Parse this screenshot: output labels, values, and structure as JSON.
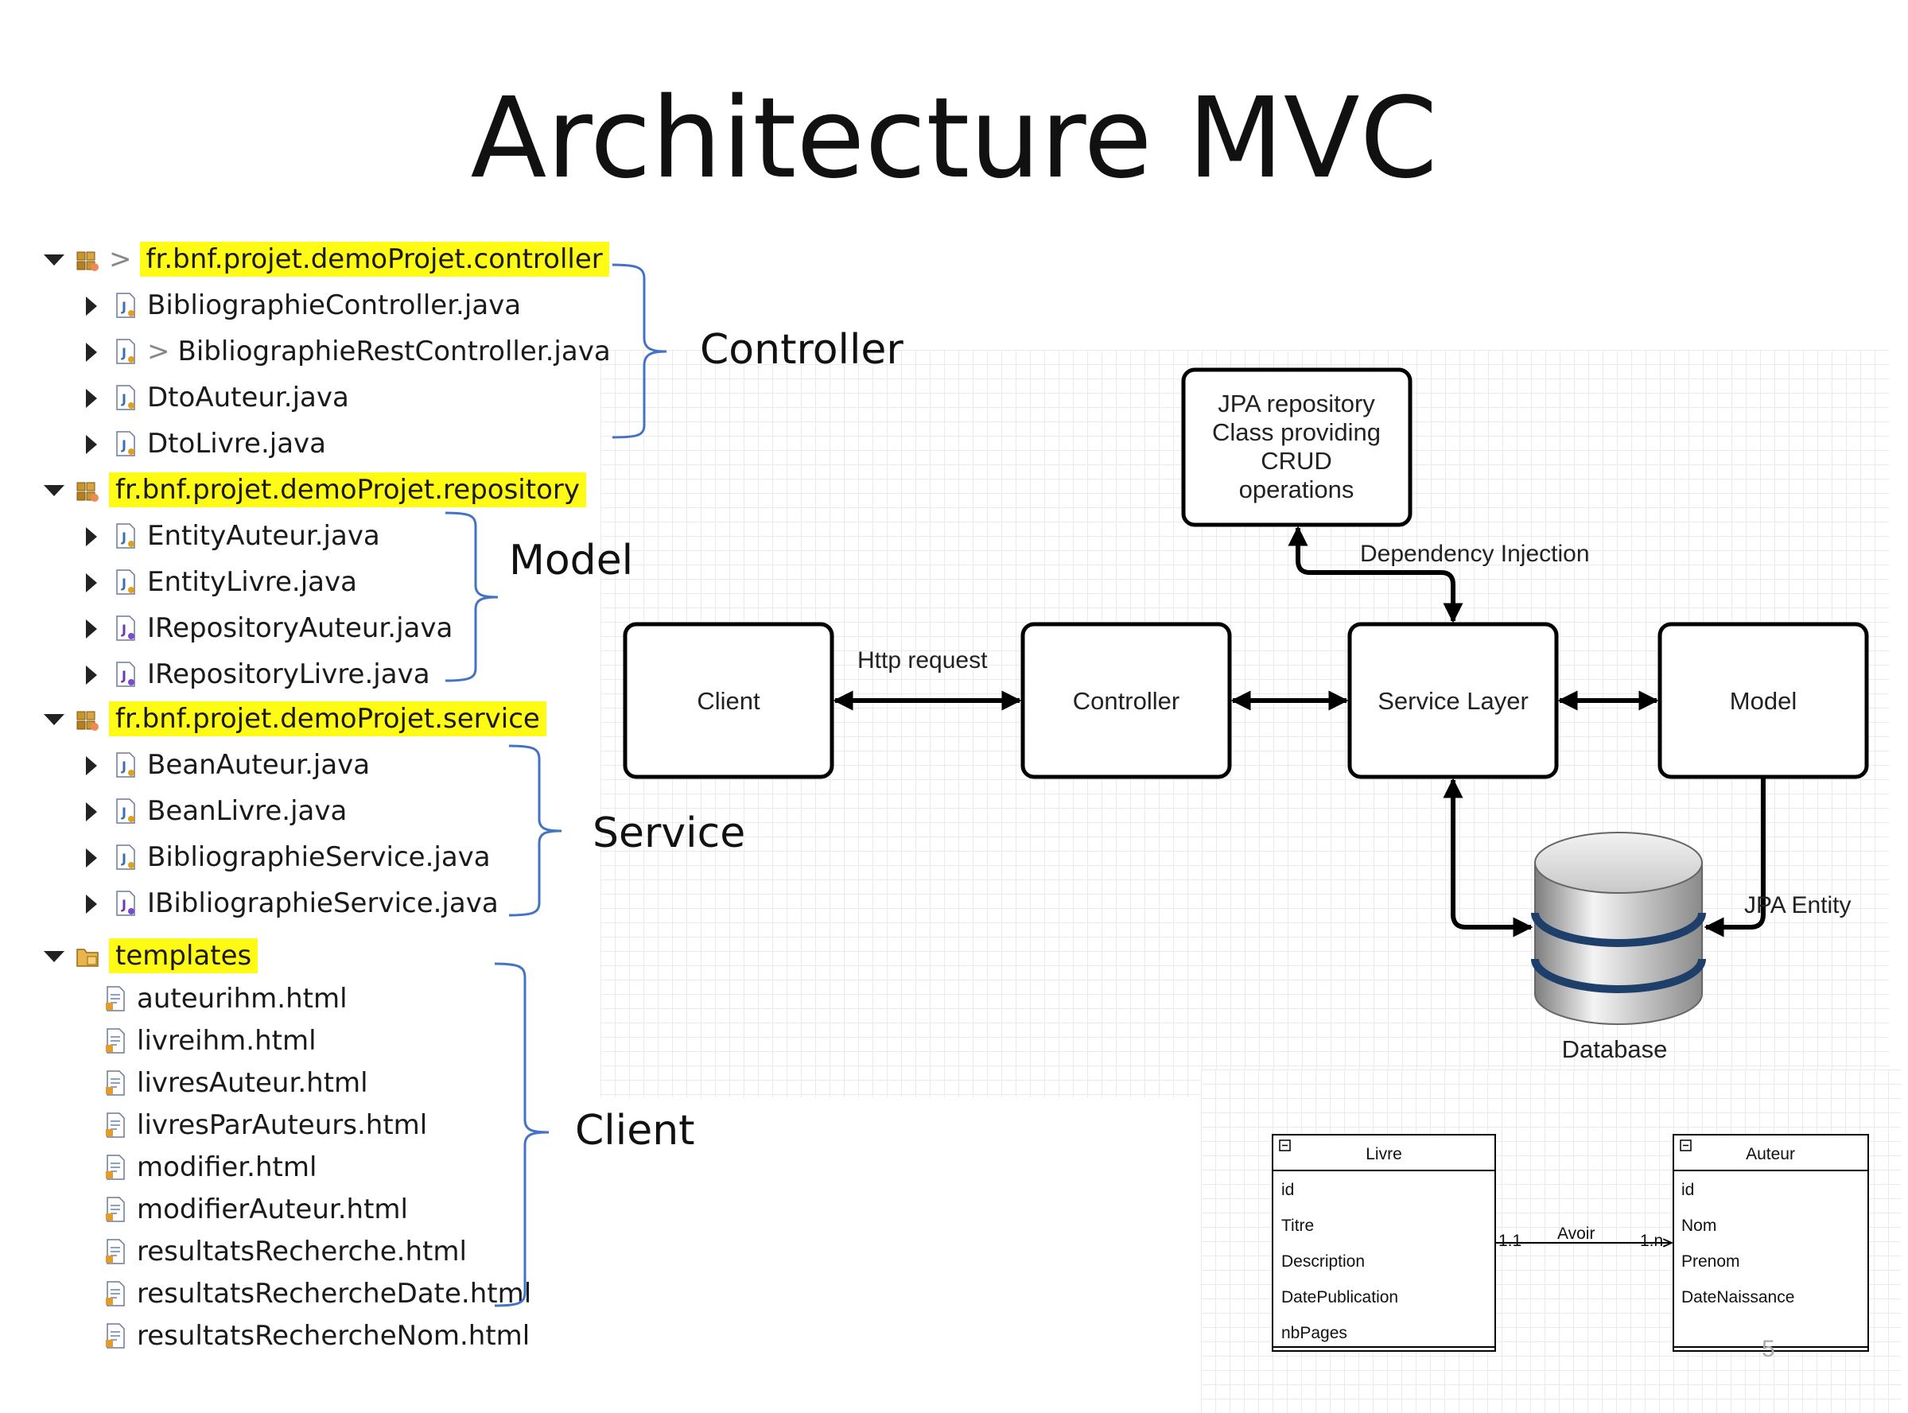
{
  "title": "Architecture MVC",
  "tree": {
    "packages": [
      {
        "name": "fr.bnf.projet.demoProjet.controller",
        "prefix": ">",
        "files": [
          {
            "name": "BibliographieController.java",
            "prefix": "",
            "icon": "java-class-icon"
          },
          {
            "name": "BibliographieRestController.java",
            "prefix": ">",
            "icon": "java-class-icon"
          },
          {
            "name": "DtoAuteur.java",
            "prefix": "",
            "icon": "java-class-icon"
          },
          {
            "name": "DtoLivre.java",
            "prefix": "",
            "icon": "java-class-icon"
          }
        ]
      },
      {
        "name": "fr.bnf.projet.demoProjet.repository",
        "prefix": "",
        "files": [
          {
            "name": "EntityAuteur.java",
            "prefix": "",
            "icon": "java-class-icon"
          },
          {
            "name": "EntityLivre.java",
            "prefix": "",
            "icon": "java-class-icon"
          },
          {
            "name": "IRepositoryAuteur.java",
            "prefix": "",
            "icon": "java-interface-icon"
          },
          {
            "name": "IRepositoryLivre.java",
            "prefix": "",
            "icon": "java-interface-icon"
          }
        ]
      },
      {
        "name": "fr.bnf.projet.demoProjet.service",
        "prefix": "",
        "files": [
          {
            "name": "BeanAuteur.java",
            "prefix": "",
            "icon": "java-class-icon"
          },
          {
            "name": "BeanLivre.java",
            "prefix": "",
            "icon": "java-class-icon"
          },
          {
            "name": "BibliographieService.java",
            "prefix": "",
            "icon": "java-class-icon"
          },
          {
            "name": "IBibliographieService.java",
            "prefix": "",
            "icon": "java-interface-icon"
          }
        ]
      }
    ],
    "templates_folder": "templates",
    "template_files": [
      {
        "name": "auteurihm.html",
        "icon": "html-file-icon"
      },
      {
        "name": "livreihm.html",
        "icon": "html-file-icon"
      },
      {
        "name": "livresAuteur.html",
        "icon": "html-file-icon"
      },
      {
        "name": "livresParAuteurs.html",
        "icon": "html-file-icon"
      },
      {
        "name": "modifier.html",
        "icon": "html-file-icon"
      },
      {
        "name": "modifierAuteur.html",
        "icon": "html-file-icon"
      },
      {
        "name": "resultatsRecherche.html",
        "icon": "html-file-icon"
      },
      {
        "name": "resultatsRechercheDate.html",
        "icon": "html-file-icon"
      },
      {
        "name": "resultatsRechercheNom.html",
        "icon": "html-file-icon"
      }
    ]
  },
  "brace_labels": {
    "controller": "Controller",
    "model": "Model",
    "service": "Service",
    "client": "Client"
  },
  "architecture": {
    "jpa_box_lines": [
      "JPA repository",
      "Class providing",
      "CRUD",
      "operations"
    ],
    "dependency_label": "Dependency Injection",
    "http_label": "Http request",
    "client": "Client",
    "controller": "Controller",
    "service_layer": "Service Layer",
    "model": "Model",
    "jpa_entity_label": "JPA Entity",
    "database": "Database"
  },
  "uml": {
    "livre": {
      "title": "Livre",
      "fields": [
        "id",
        "Titre",
        "Description",
        "DatePublication",
        "nbPages"
      ]
    },
    "auteur": {
      "title": "Auteur",
      "fields": [
        "id",
        "Nom",
        "Prenom",
        "DateNaissance"
      ]
    },
    "relation": {
      "label": "Avoir",
      "left_mult": "1.1",
      "right_mult": "1.n"
    }
  },
  "page_number": "5",
  "colors": {
    "highlight": "#fffb14",
    "brace": "#4472c4",
    "db_stripe": "#1f3f6b"
  }
}
